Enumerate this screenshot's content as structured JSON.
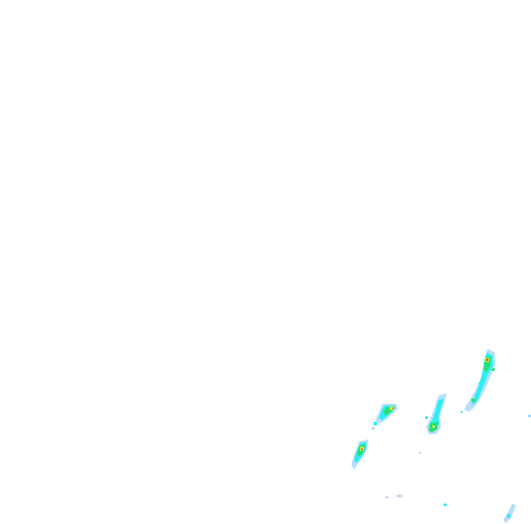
{
  "map": {
    "background": "#ffffff",
    "palette": {
      "light_blue": "#a8d8ff",
      "cyan": "#29f0f0",
      "green": "#28e070",
      "yellow_green": "#b8f040",
      "yellow": "#f0f030",
      "orange": "#f08020",
      "red": "#e81010",
      "lavender": "#e0c8f8"
    },
    "cells": [
      {
        "name": "cell-upper-right",
        "strength": "strong"
      },
      {
        "name": "cell-middle",
        "strength": "moderate"
      },
      {
        "name": "cell-left-upper",
        "strength": "strong"
      },
      {
        "name": "cell-left-lower",
        "strength": "strong"
      },
      {
        "name": "cell-bottom-right-fringe",
        "strength": "weak"
      }
    ]
  }
}
